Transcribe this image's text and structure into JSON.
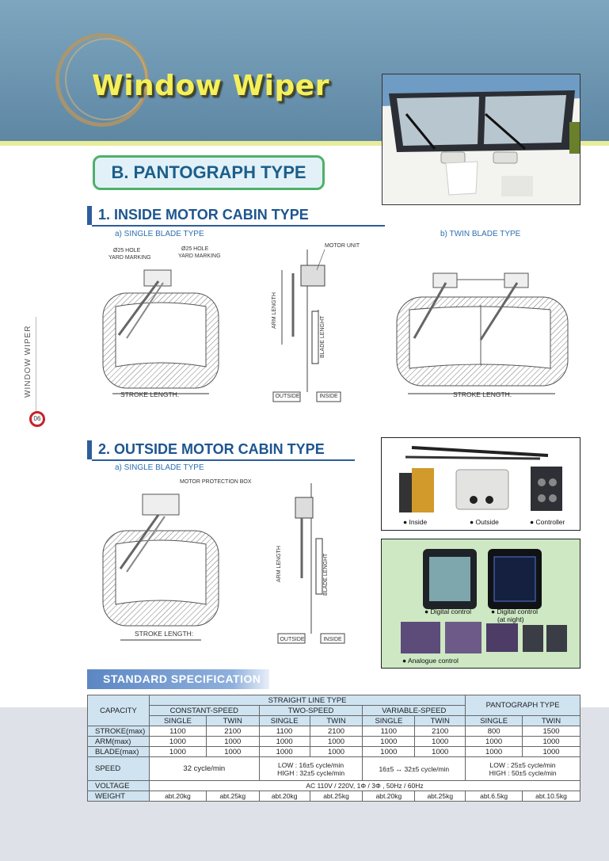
{
  "header": {
    "title": "Window Wiper"
  },
  "type_title": "B. PANTOGRAPH TYPE",
  "side": {
    "label": "WINDOW WIPER",
    "page_number": "06"
  },
  "section1": {
    "title": "1. INSIDE MOTOR CABIN TYPE",
    "sub_a": "a) SINGLE BLADE TYPE",
    "sub_b": "b) TWIN BLADE TYPE",
    "hole1": "Ø25 HOLE",
    "hole1b": "YARD MARKING",
    "hole2": "Ø25 HOLE",
    "hole2b": "YARD MARKING",
    "motor_unit": "MOTOR UNIT",
    "arm_length": "ARM LENGTH",
    "blade_length": "BLADE LENGHT",
    "outside": "OUTSIDE",
    "inside": "INSIDE",
    "stroke_a": "STROKE LENGTH:",
    "stroke_b": "STROKE LENGTH:"
  },
  "section2": {
    "title": "2. OUTSIDE MOTOR CABIN TYPE",
    "sub_a": "a) SINGLE BLADE TYPE",
    "motor_box": "MOTOR PROTECTION BOX",
    "arm_length": "ARM LENGTH",
    "blade_length": "BLADE LENGHT",
    "outside": "OUTSIDE",
    "inside": "INSIDE",
    "stroke": "STROKE LENGTH:"
  },
  "products": {
    "inside": "Inside",
    "outside": "Outside",
    "controller": "Controller",
    "digital": "Digital control",
    "digital_night": "Digital control",
    "at_night": "(at night)",
    "analogue": "Analogue control"
  },
  "spec": {
    "title": "STANDARD SPECIFICATION",
    "capacity": "CAPACITY",
    "straight_line": "STRAIGHT LINE TYPE",
    "pantograph": "PANTOGRAPH TYPE",
    "constant": "CONSTANT-SPEED",
    "two": "TWO-SPEED",
    "variable": "VARIABLE-SPEED",
    "single": "SINGLE",
    "twin": "TWIN",
    "rows": [
      {
        "label": "STROKE(max)",
        "values": [
          "1100",
          "2100",
          "1100",
          "2100",
          "1100",
          "2100",
          "800",
          "1500"
        ]
      },
      {
        "label": "ARM(max)",
        "values": [
          "1000",
          "1000",
          "1000",
          "1000",
          "1000",
          "1000",
          "1000",
          "1000"
        ]
      },
      {
        "label": "BLADE(max)",
        "values": [
          "1000",
          "1000",
          "1000",
          "1000",
          "1000",
          "1000",
          "1000",
          "1000"
        ]
      }
    ],
    "speed_label": "SPEED",
    "speed_constant": "32 cycle/min",
    "speed_two_low": "LOW : 16±5 cycle/min",
    "speed_two_high": "HIGH : 32±5 cycle/min",
    "speed_variable": "16±5 ↔ 32±5 cycle/min",
    "speed_panto_low": "LOW : 25±5 cycle/min",
    "speed_panto_high": "HIGH : 50±5 cycle/min",
    "voltage_label": "VOLTAGE",
    "voltage": "AC 110V / 220V, 1Φ / 3Φ , 50Hz / 60Hz",
    "weight_label": "WEIGHT",
    "weights": [
      "abt.20kg",
      "abt.25kg",
      "abt.20kg",
      "abt.25kg",
      "abt.20kg",
      "abt.25kg",
      "abt.6.5kg",
      "abt.10.5kg"
    ]
  }
}
